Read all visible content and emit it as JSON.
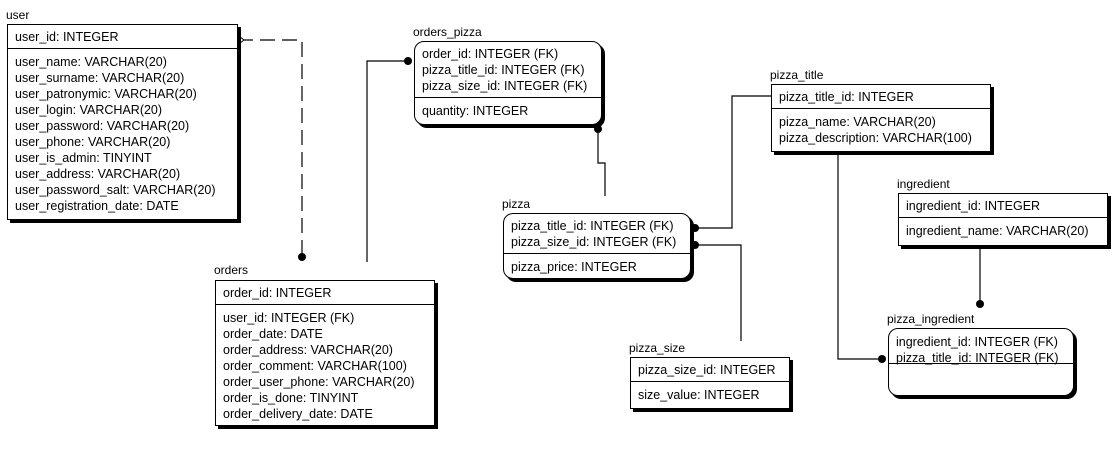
{
  "entities": {
    "user": {
      "name": "user",
      "pk": [
        "user_id: INTEGER"
      ],
      "attrs": [
        "user_name: VARCHAR(20)",
        "user_surname: VARCHAR(20)",
        "user_patronymic: VARCHAR(20)",
        "user_login: VARCHAR(20)",
        "user_password: VARCHAR(20)",
        "user_phone: VARCHAR(20)",
        "user_is_admin: TINYINT",
        "user_address: VARCHAR(20)",
        "user_password_salt: VARCHAR(20)",
        "user_registration_date: DATE"
      ]
    },
    "orders": {
      "name": "orders",
      "pk": [
        "order_id: INTEGER"
      ],
      "attrs": [
        "user_id: INTEGER (FK)",
        "order_date: DATE",
        "order_address: VARCHAR(20)",
        "order_comment: VARCHAR(100)",
        "order_user_phone: VARCHAR(20)",
        "order_is_done: TINYINT",
        "order_delivery_date: DATE"
      ]
    },
    "orders_pizza": {
      "name": "orders_pizza",
      "pk": [
        "order_id: INTEGER (FK)",
        "pizza_title_id: INTEGER (FK)",
        "pizza_size_id: INTEGER (FK)"
      ],
      "attrs": [
        "quantity: INTEGER"
      ]
    },
    "pizza": {
      "name": "pizza",
      "pk": [
        "pizza_title_id: INTEGER (FK)",
        "pizza_size_id: INTEGER (FK)"
      ],
      "attrs": [
        "pizza_price: INTEGER"
      ]
    },
    "pizza_title": {
      "name": "pizza_title",
      "pk": [
        "pizza_title_id: INTEGER"
      ],
      "attrs": [
        "pizza_name: VARCHAR(20)",
        "pizza_description: VARCHAR(100)"
      ]
    },
    "ingredient": {
      "name": "ingredient",
      "pk": [
        "ingredient_id: INTEGER"
      ],
      "attrs": [
        "ingredient_name: VARCHAR(20)"
      ]
    },
    "pizza_ingredient": {
      "name": "pizza_ingredient",
      "pk": [
        "ingredient_id: INTEGER (FK)",
        "pizza_title_id: INTEGER (FK)"
      ],
      "attrs": []
    },
    "pizza_size": {
      "name": "pizza_size",
      "pk": [
        "pizza_size_id: INTEGER"
      ],
      "attrs": [
        "size_value: INTEGER"
      ]
    }
  },
  "relationships": [
    {
      "parent": "user",
      "child": "orders",
      "identifying": false
    },
    {
      "parent": "orders",
      "child": "orders_pizza",
      "identifying": true
    },
    {
      "parent": "pizza",
      "child": "orders_pizza",
      "identifying": true
    },
    {
      "parent": "pizza_title",
      "child": "pizza",
      "identifying": true
    },
    {
      "parent": "pizza_size",
      "child": "pizza",
      "identifying": true
    },
    {
      "parent": "ingredient",
      "child": "pizza_ingredient",
      "identifying": true
    },
    {
      "parent": "pizza_title",
      "child": "pizza_ingredient",
      "identifying": true
    }
  ]
}
